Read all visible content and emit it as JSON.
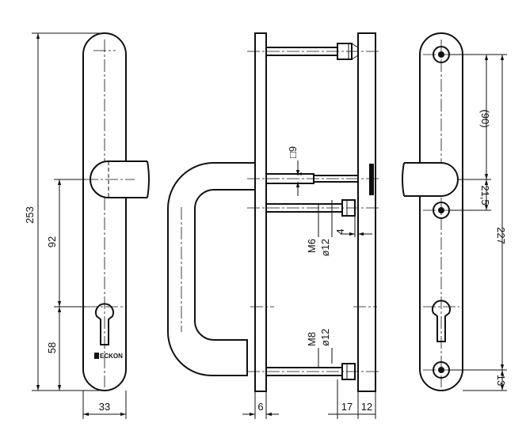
{
  "brand": "ECKON",
  "dimensions": {
    "total_height": "253",
    "handle_to_cylinder": "92",
    "cylinder_to_bottom": "58",
    "plate_width": "33",
    "spacer_offset": "6",
    "rod_length": "17",
    "plate_thickness": "12",
    "square_spindle": "9",
    "thread_upper": "M6",
    "diameter_upper": "ø12",
    "thread_lower": "M8",
    "diameter_lower": "ø12",
    "depth_upper": "4",
    "upper_hole_spacing": "(90)",
    "hole_offset": "21,5",
    "hole_distance": "227",
    "bottom_hole_offset": "13"
  }
}
